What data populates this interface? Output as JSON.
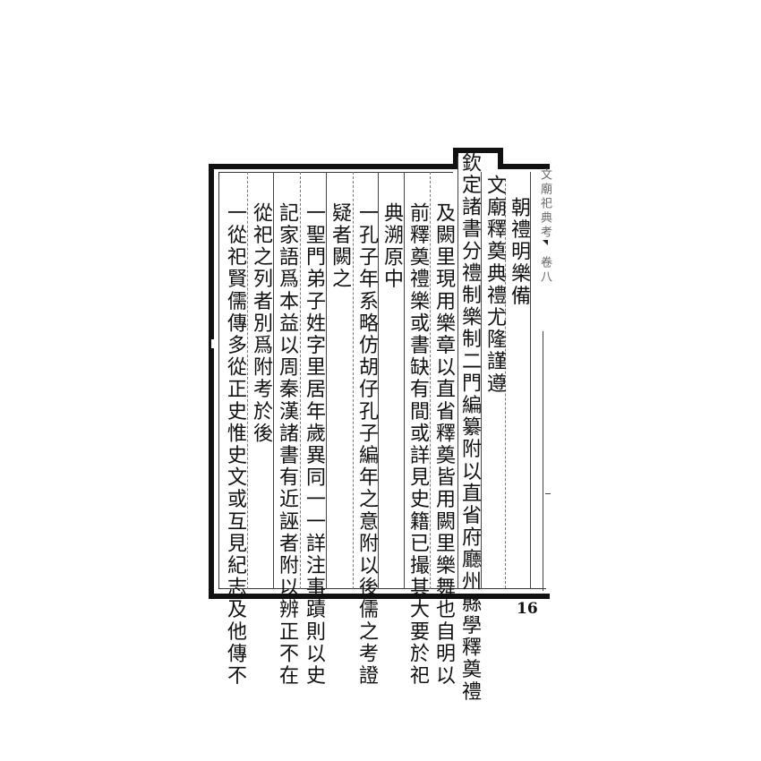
{
  "document": {
    "type": "classical Chinese woodblock-style printed page, vertical text read right-to-left",
    "page_number": "16",
    "margin_label": "文廟祀典考 卷八",
    "columns": [
      {
        "id": "c1",
        "text": "朝禮明樂備",
        "indent": 1
      },
      {
        "id": "c2",
        "text": "文廟釋奠典禮尤隆謹遵",
        "indent": 1
      },
      {
        "id": "c3",
        "text": "欽定諸書分禮制樂制二門編纂附以直省府廳州縣學釋奠禮",
        "indent": 0,
        "elevated": true
      },
      {
        "id": "c4",
        "text": "及闕里現用樂章以直省釋奠皆用闕里樂舞也自明以",
        "indent": 2
      },
      {
        "id": "c5",
        "text": "前釋奠禮樂或書缺有間或詳見史籍已撮其大要於祀",
        "indent": 2
      },
      {
        "id": "c6",
        "text": "典溯原中",
        "indent": 2
      },
      {
        "id": "c7",
        "text": "一孔子年系略仿胡仔孔子編年之意附以後儒之考證",
        "indent": 2
      },
      {
        "id": "c8",
        "text": "疑者闕之",
        "indent": 2
      },
      {
        "id": "c9",
        "text": "一聖門弟子姓字里居年歲異同一一詳注事蹟則以史",
        "indent": 2
      },
      {
        "id": "c10",
        "text": "記家語爲本益以周秦漢諸書有近誣者附以辨正不在",
        "indent": 2
      },
      {
        "id": "c11",
        "text": "從祀之列者別爲附考於後",
        "indent": 2
      },
      {
        "id": "c12",
        "text": "一從祀賢儒傳多從正史惟史文或互見紀志及他傳不",
        "indent": 2
      }
    ]
  }
}
